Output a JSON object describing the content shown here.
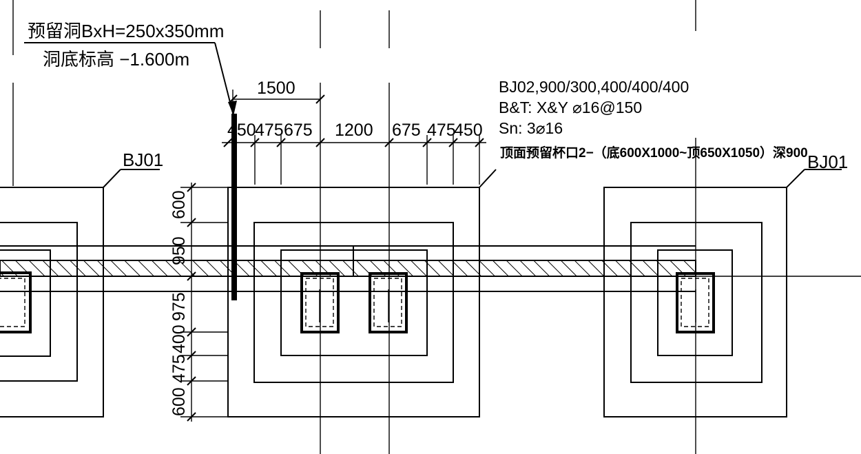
{
  "annotations": {
    "hole_line1": "预留洞BxH=250x350mm",
    "hole_line2": "洞底标高 −1.600m",
    "footing_label_left": "BJ01",
    "footing_label_right": "BJ01",
    "spec_line1": "BJ02,900/300,400/400/400",
    "spec_line2": "B&T: X&Y ⌀16@150",
    "spec_line3": "Sn: 3⌀16",
    "spec_line4": "顶面预留杯口2−（底600X1000~顶650X1050）深900"
  },
  "dimensions": {
    "top_overall": "1500",
    "top_segments": [
      "450",
      "475",
      "675",
      "1200",
      "675",
      "475",
      "450"
    ],
    "side_segments": [
      "600",
      "950",
      "975",
      "400",
      "475",
      "600"
    ]
  }
}
